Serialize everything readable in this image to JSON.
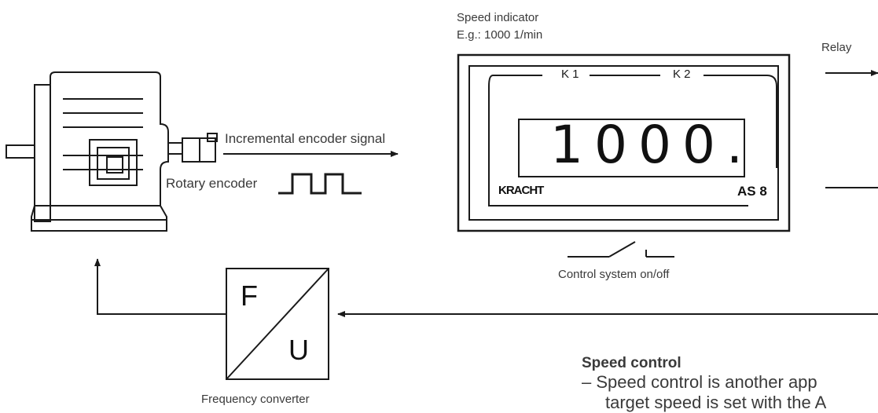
{
  "labels": {
    "speed_indicator": "Speed indicator",
    "speed_example": "E.g.: 1000 1/min",
    "relay": "Relay",
    "encoder_signal": "Incremental encoder signal",
    "rotary_encoder": "Rotary encoder",
    "control_system": "Control system on/off",
    "frequency_converter": "Frequency converter"
  },
  "display": {
    "channel_1": "K 1",
    "channel_2": "K 2",
    "reading": "1000.",
    "brand": "KRACHT",
    "model": "AS 8"
  },
  "converter": {
    "top_letter": "F",
    "bottom_letter": "U"
  },
  "text_block": {
    "heading": "Speed control",
    "line_1": "– Speed control is another app",
    "line_2": "target speed is set with the A"
  },
  "colors": {
    "line": "#1a1a1a",
    "text": "#3a3a3a"
  }
}
